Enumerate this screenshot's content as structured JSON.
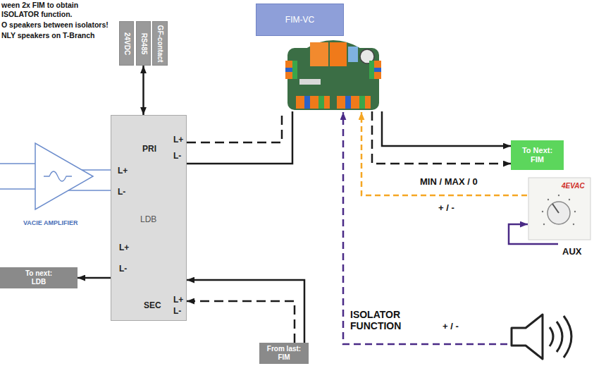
{
  "diagram": {
    "nodes": [
      {
        "text": [
          "FIM-VC"
        ]
      },
      {
        "text": [
          "24VDC"
        ]
      },
      {
        "text": [
          "RS485"
        ]
      },
      {
        "text": [
          "GF-contact"
        ]
      },
      {
        "text": [
          "L+",
          "PRI",
          "L-",
          "L+",
          "L-",
          "LDB",
          "L+",
          "L-",
          "L+",
          "SEC",
          "L-"
        ]
      },
      {
        "text": [
          "To next: LDB"
        ]
      },
      {
        "text": [
          "To Next: FIM"
        ]
      },
      {
        "text": [
          "From last: FIM"
        ]
      }
    ],
    "edges": [
      {
        "from": 4,
        "to": 0,
        "arrow": "none"
      },
      {
        "from": 4,
        "to": 0,
        "arrow": "none"
      },
      {
        "from": 0,
        "to": 6,
        "arrow": "to"
      },
      {
        "from": 0,
        "to": 6,
        "arrow": "to"
      },
      {
        "from": 7,
        "to": 4,
        "arrow": "to"
      },
      {
        "from": 7,
        "to": 4,
        "arrow": "to"
      },
      {
        "from": 4,
        "to": 5,
        "arrow": "to"
      },
      {
        "from": 2,
        "to": 4,
        "arrow": "both"
      }
    ],
    "labels": [
      "ween 2x FIM to obtain",
      "ISOLATOR function.",
      "O speakers between isolators!",
      "NLY speakers on T-Branch",
      "VACIE AMPLIFIER",
      "MIN / MAX / 0",
      "+ / -",
      "AUX",
      "ISOLATOR FUNCTION",
      "+ / -",
      "4EVAC"
    ]
  }
}
